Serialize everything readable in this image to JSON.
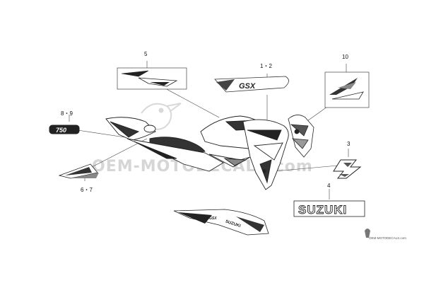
{
  "diagram": {
    "callouts": {
      "part_5": "5",
      "part_1_2": "1・2",
      "part_10": "10",
      "part_8_9": "8・9",
      "part_3": "3",
      "part_4": "4",
      "part_6_7": "6・7"
    },
    "decal_text": {
      "model_badge": "GSX",
      "tail_badge": "750",
      "tank_mark": "S",
      "lower_cowl": "SUZUKI",
      "lower_cowl_small": "GSX"
    },
    "brand_decal": {
      "text": "SUZUKI"
    },
    "watermark": {
      "main": "OEM-MOTODECALS.com",
      "footer": "OEM-MOTODECALS.com"
    }
  }
}
